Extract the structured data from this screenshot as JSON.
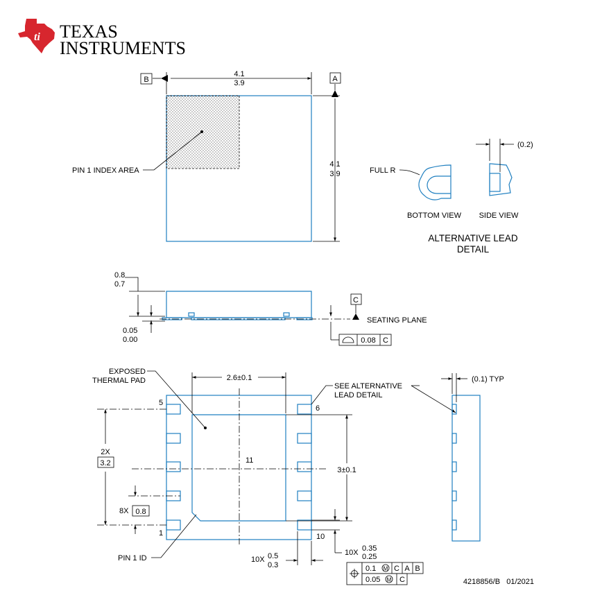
{
  "logo": {
    "line1": "Texas",
    "line2": "Instruments",
    "color": "#d7262e"
  },
  "top_view": {
    "datum_b": "B",
    "datum_a": "A",
    "width_max": "4.1",
    "width_min": "3.9",
    "height_max": "4.1",
    "height_min": "3.9",
    "pin1_index_label": "PIN 1 INDEX AREA"
  },
  "alt_detail": {
    "full_r": "FULL R",
    "dim": "(0.2)",
    "bottom_view": "BOTTOM VIEW",
    "side_view": "SIDE VIEW",
    "title_line1": "ALTERNATIVE LEAD",
    "title_line2": "DETAIL"
  },
  "side_view": {
    "height_max": "0.8",
    "height_min": "0.7",
    "standoff_max": "0.05",
    "standoff_min": "0.00",
    "datum_c": "C",
    "seating_plane": "SEATING PLANE",
    "flatness_value": "0.08",
    "flatness_datum": "C"
  },
  "bottom_view": {
    "exposed_pad_line1": "EXPOSED",
    "exposed_pad_line2": "THERMAL PAD",
    "pad_width": "2.6±0.1",
    "pad_height": "3±0.1",
    "see_alt_line1": "SEE ALTERNATIVE",
    "see_alt_line2": "LEAD DETAIL",
    "pin5": "5",
    "pin6": "6",
    "pin1": "1",
    "pin10": "10",
    "pad_number": "11",
    "pitch_prefix": "2X",
    "pitch_value": "3.2",
    "count_8x": "8X",
    "lead_pitch": "0.8",
    "pin1_id": "PIN 1 ID",
    "len_prefix": "10X",
    "len_max": "0.5",
    "len_min": "0.3",
    "width_prefix": "10X",
    "width_max": "0.35",
    "width_min": "0.25",
    "tol1_value": "0.1",
    "tol1_datum1": "C",
    "tol1_datum2": "A",
    "tol1_datum3": "B",
    "tol2_value": "0.05",
    "tol2_datum": "C",
    "typ_dim": "(0.1) TYP"
  },
  "footer": {
    "drawing_number": "4218856/B   01/2021"
  }
}
